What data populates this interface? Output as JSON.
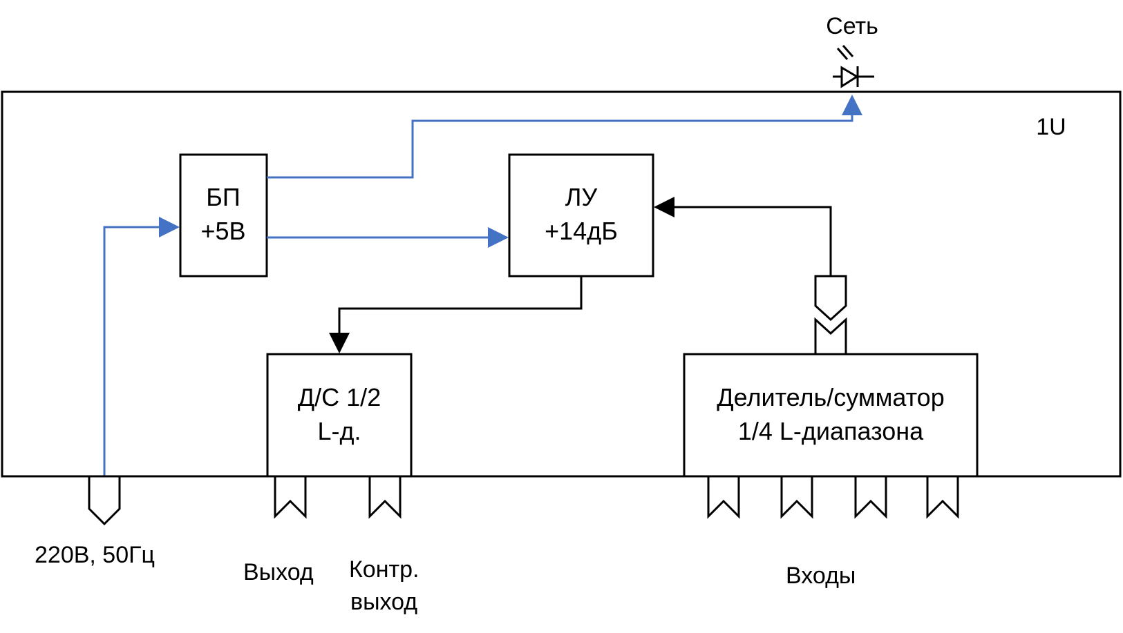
{
  "labels": {
    "network": "Сеть",
    "rack": "1U",
    "power_input": "220В, 50Гц",
    "output": "Выход",
    "control_output_line1": "Контр.",
    "control_output_line2": "выход",
    "inputs": "Входы"
  },
  "blocks": {
    "psu": {
      "line1": "БП",
      "line2": "+5В"
    },
    "amplifier": {
      "line1": "ЛУ",
      "line2": "+14дБ"
    },
    "splitter": {
      "line1": "Д/С 1/2",
      "line2": "L-д."
    },
    "divider": {
      "line1": "Делитель/сумматор",
      "line2": "1/4 L-диапазона"
    }
  },
  "colors": {
    "power_line": "#4472C4",
    "signal_line": "#000000"
  }
}
